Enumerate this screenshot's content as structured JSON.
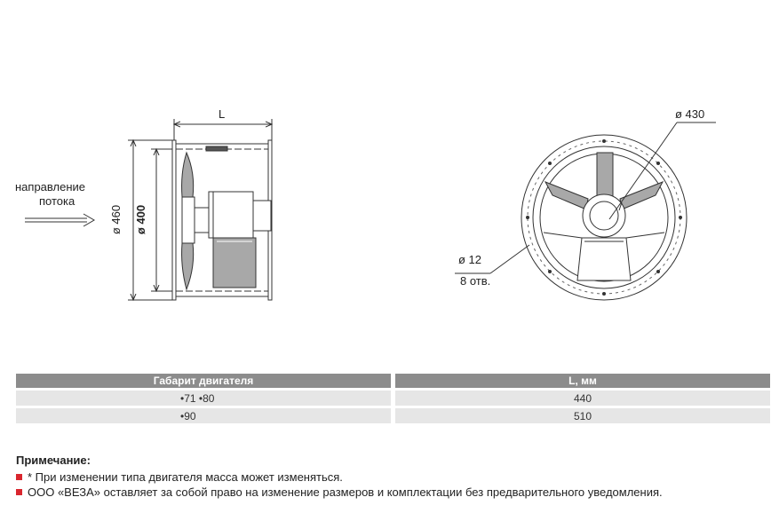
{
  "drawing": {
    "flow_label_line1": "направление",
    "flow_label_line2": "потока",
    "dim_length": "L",
    "dim_outer_diameter": "ø 460",
    "dim_inner_diameter": "ø 400",
    "dim_bolt_circle": "ø 430",
    "dim_hole": "ø 12",
    "dim_hole_count": "8 отв."
  },
  "table": {
    "headers": [
      "Габарит двигателя",
      "L, мм"
    ],
    "rows": [
      {
        "motor": "•71   •80",
        "length": "440"
      },
      {
        "motor": "•90",
        "length": "510"
      }
    ]
  },
  "note": {
    "title": "Примечание:",
    "lines": [
      "* При изменении типа двигателя масса может изменяться.",
      "ООО «ВЕЗА» оставляет за собой право на изменение размеров и комплектации без предварительного уведомления."
    ]
  },
  "colors": {
    "header_bg": "#8c8c8c",
    "row_bg": "#e6e6e6",
    "bullet": "#d9262e",
    "part_fill": "#a8a8a8"
  }
}
